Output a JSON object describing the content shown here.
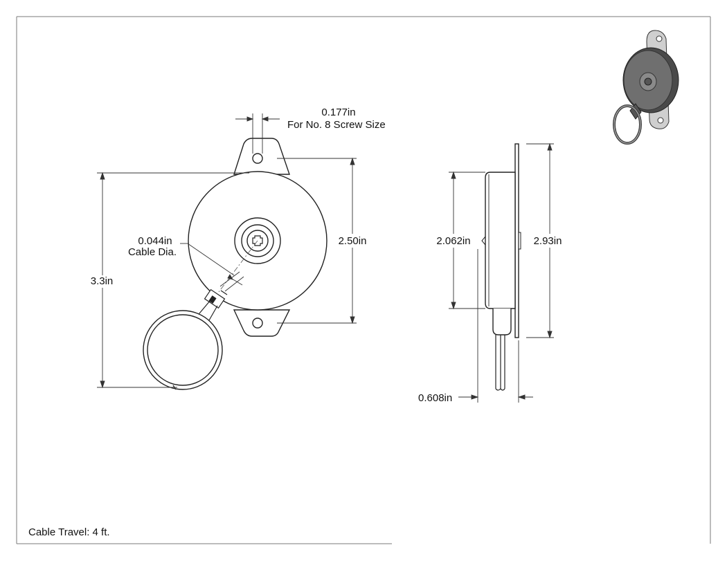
{
  "drawing": {
    "screw_hole_dimension": "0.177in",
    "screw_note": "For No. 8 Screw Size",
    "cable_diameter": "0.044in",
    "cable_diameter_note": "Cable Dia.",
    "overall_height": "3.3in",
    "body_diameter": "2.50in",
    "side_body_height": "2.062in",
    "side_overall_height": "2.93in",
    "side_depth": "0.608in",
    "cable_travel": "Cable Travel: 4 ft."
  },
  "colors": {
    "line": "#222222",
    "dimension": "#333333",
    "border": "#7a7a7a",
    "iso_body": "#6f6f6f",
    "iso_face": "#555555"
  }
}
